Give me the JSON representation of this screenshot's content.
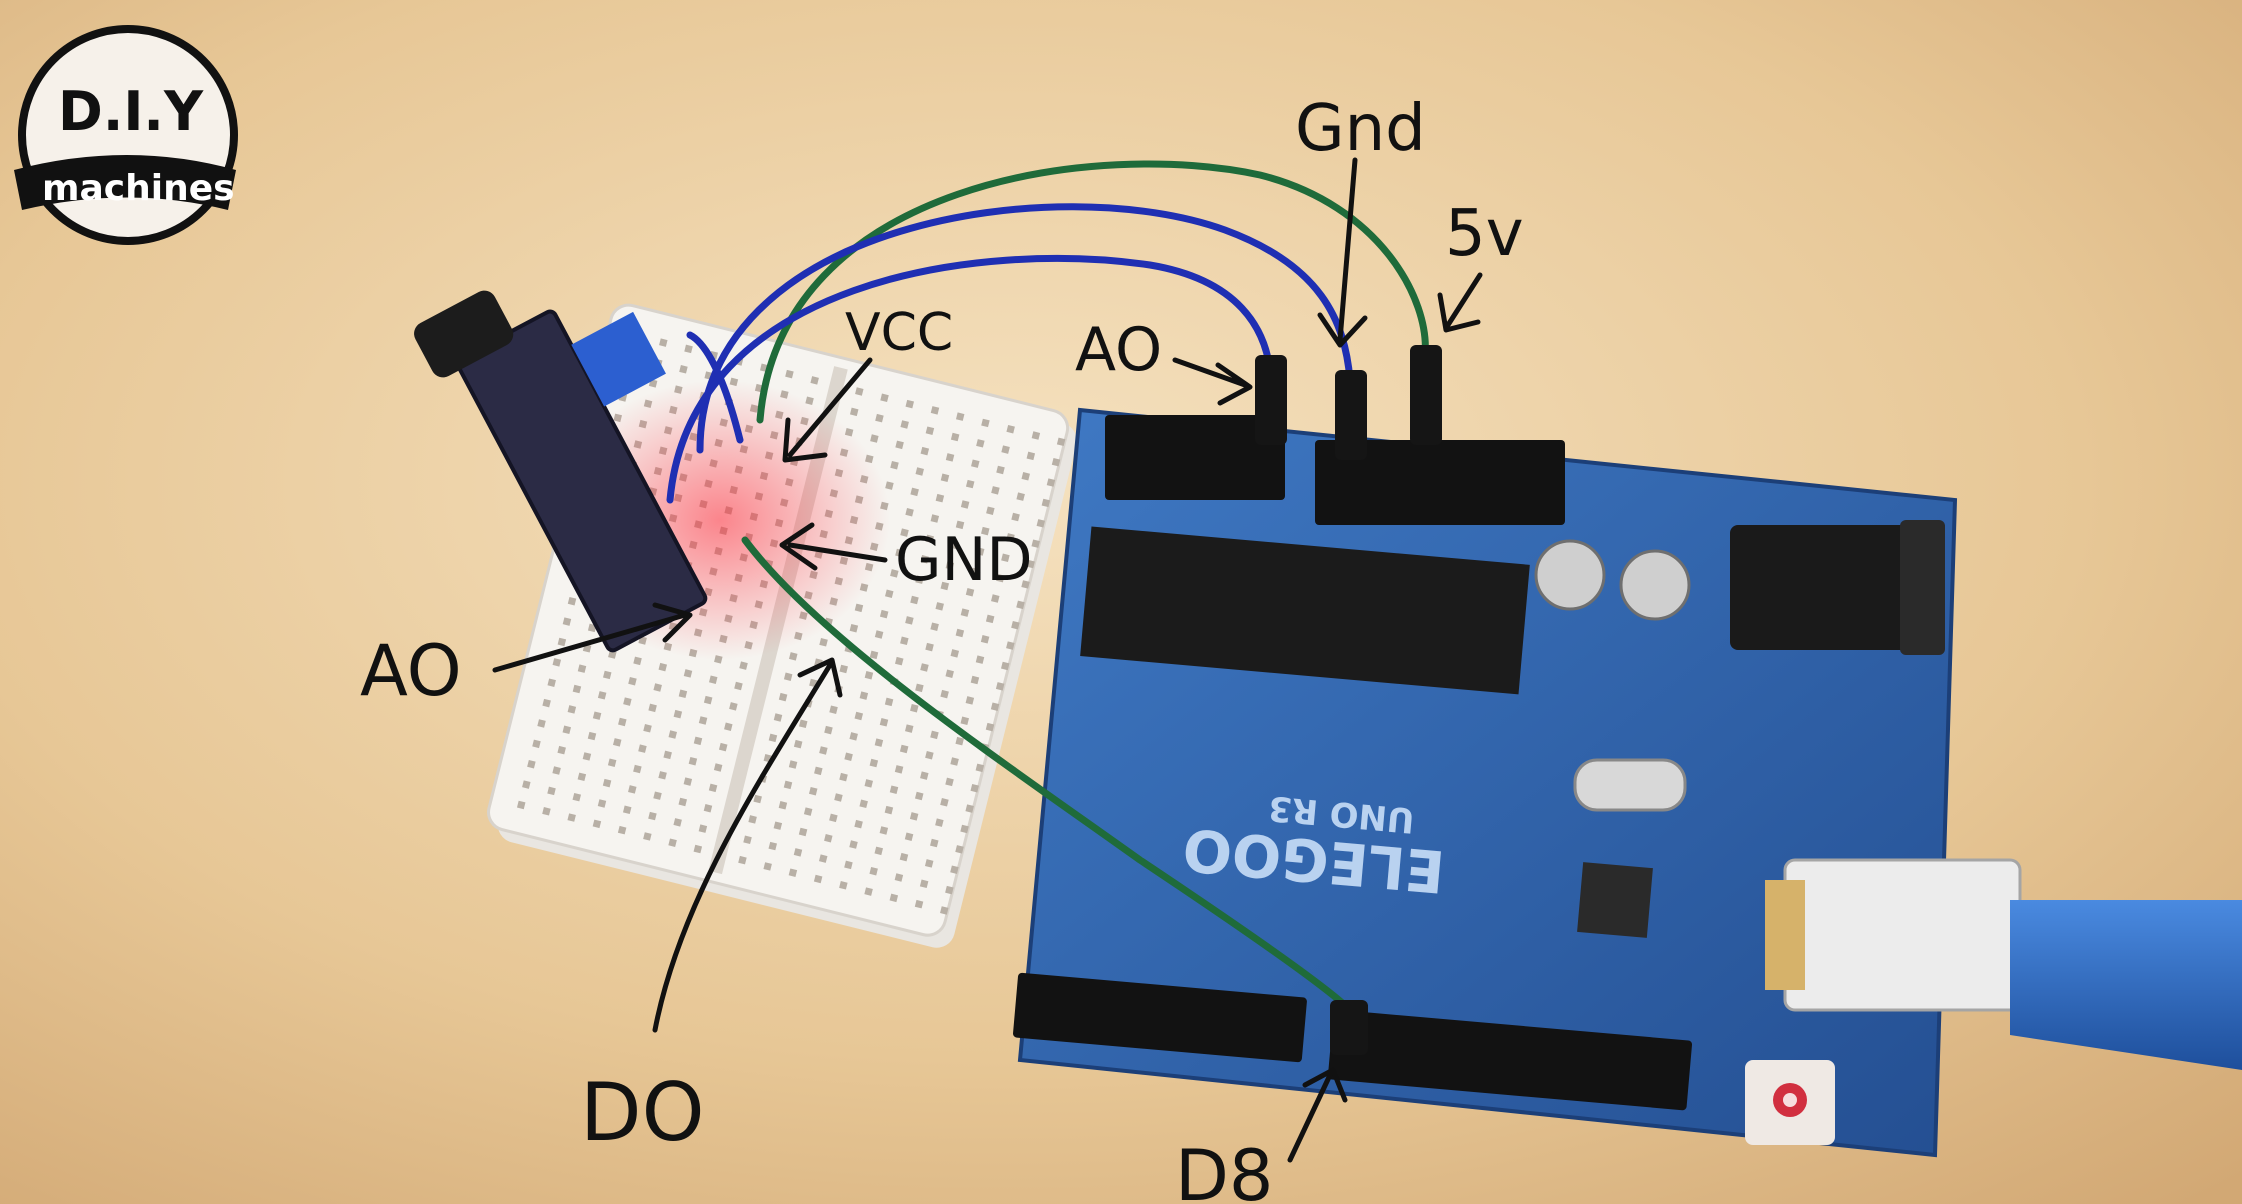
{
  "logo": {
    "line1": "D.I.Y",
    "line2": "machines"
  },
  "board": {
    "brand": "ELEGOO",
    "model": "UNO R3"
  },
  "labels": {
    "gnd_top": "Gnd",
    "five_v": "5v",
    "ao_top": "AO",
    "vcc": "VCC",
    "gnd_mid": "GND",
    "ao_left": "AO",
    "do": "DO",
    "d8": "D8"
  },
  "colors": {
    "background": "#e8c99a",
    "board": "#2f62a8",
    "breadboard": "#f4f1ec",
    "wire_blue": "#1f2fb3",
    "wire_green": "#1f6b3a",
    "usb_cable": "#2a66c8"
  },
  "icons": [
    "diy-machines-logo",
    "usb-connector",
    "dc-power-jack",
    "sensor-module"
  ]
}
